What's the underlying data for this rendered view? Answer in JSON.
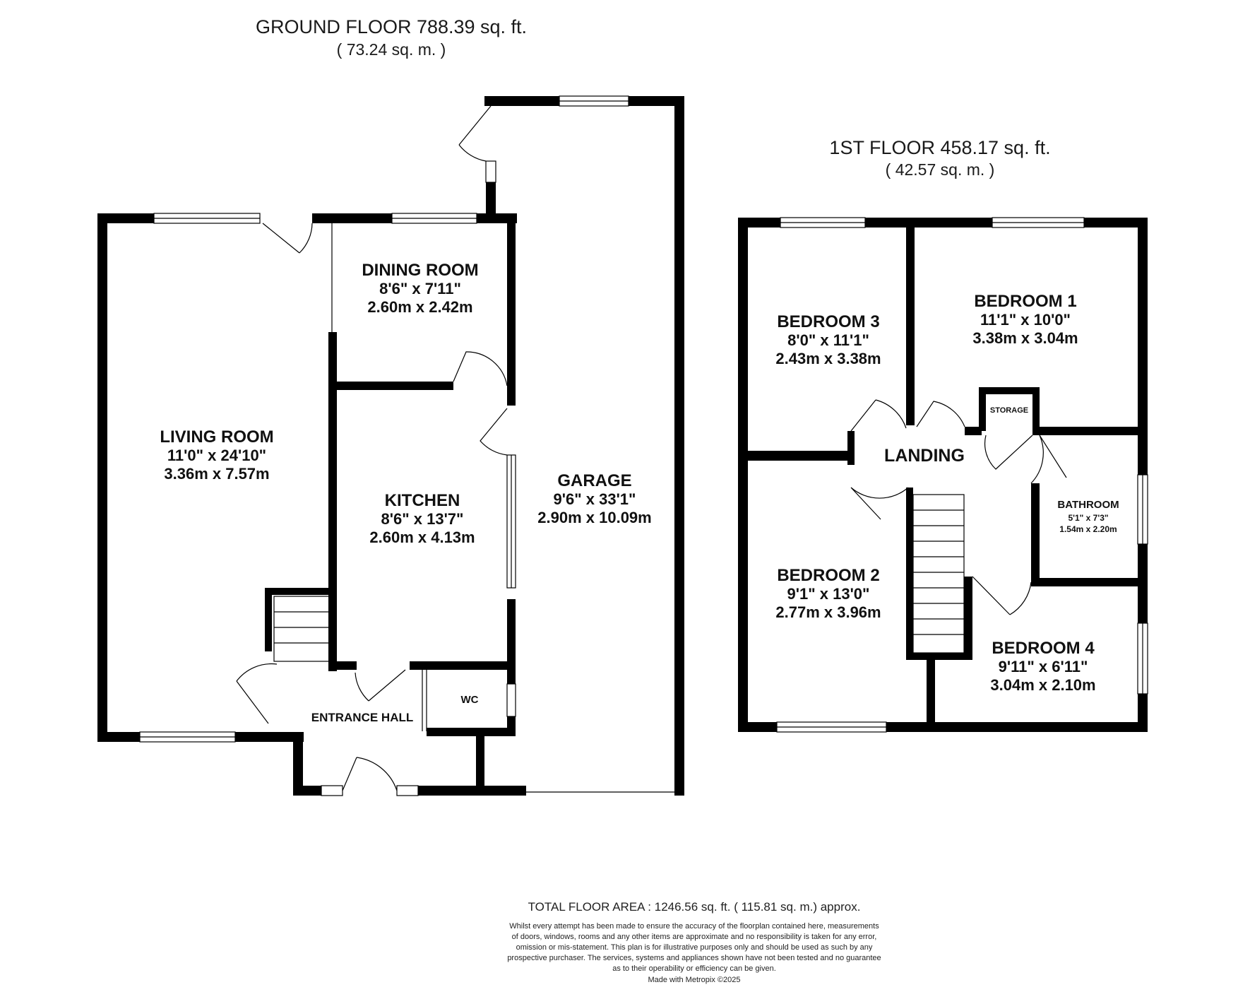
{
  "ground_floor": {
    "title": "GROUND FLOOR 788.39 sq. ft.",
    "subtitle": "( 73.24 sq. m. )",
    "rooms": {
      "living_room": {
        "name": "LIVING ROOM",
        "imperial": "11'0\" x 24'10\"",
        "metric": "3.36m x 7.57m"
      },
      "dining_room": {
        "name": "DINING ROOM",
        "imperial": "8'6\" x 7'11\"",
        "metric": "2.60m x 2.42m"
      },
      "kitchen": {
        "name": "KITCHEN",
        "imperial": "8'6\" x 13'7\"",
        "metric": "2.60m x 4.13m"
      },
      "garage": {
        "name": "GARAGE",
        "imperial": "9'6\" x 33'1\"",
        "metric": "2.90m x 10.09m"
      },
      "entrance_hall": {
        "name": "ENTRANCE HALL"
      },
      "wc": {
        "name": "WC"
      }
    }
  },
  "first_floor": {
    "title": "1ST FLOOR 458.17 sq. ft.",
    "subtitle": "( 42.57 sq. m. )",
    "rooms": {
      "bedroom_1": {
        "name": "BEDROOM 1",
        "imperial": "11'1\" x 10'0\"",
        "metric": "3.38m x 3.04m"
      },
      "bedroom_2": {
        "name": "BEDROOM 2",
        "imperial": "9'1\" x 13'0\"",
        "metric": "2.77m x 3.96m"
      },
      "bedroom_3": {
        "name": "BEDROOM 3",
        "imperial": "8'0\" x 11'1\"",
        "metric": "2.43m x 3.38m"
      },
      "bedroom_4": {
        "name": "BEDROOM 4",
        "imperial": "9'11\" x 6'11\"",
        "metric": "3.04m x 2.10m"
      },
      "bathroom": {
        "name": "BATHROOM",
        "imperial": "5'1\" x 7'3\"",
        "metric": "1.54m x 2.20m"
      },
      "landing": {
        "name": "LANDING"
      },
      "storage": {
        "name": "STORAGE"
      }
    }
  },
  "footer": {
    "total": "TOTAL FLOOR AREA : 1246.56 sq. ft. ( 115.81 sq. m.) approx.",
    "disclaimer_lines": [
      "Whilst every attempt has been made to ensure the accuracy of the floorplan contained here, measurements",
      "of doors, windows, rooms and any other items are approximate and no responsibility is taken for any error,",
      "omission or mis-statement. This plan is for illustrative purposes only and should be used as such by any",
      "prospective purchaser. The services, systems and appliances shown have not been tested and no guarantee",
      "as to their operability or efficiency can be given."
    ],
    "credit": "Made with Metropix ©2025"
  },
  "colors": {
    "wall": "#000000",
    "background": "#ffffff"
  }
}
